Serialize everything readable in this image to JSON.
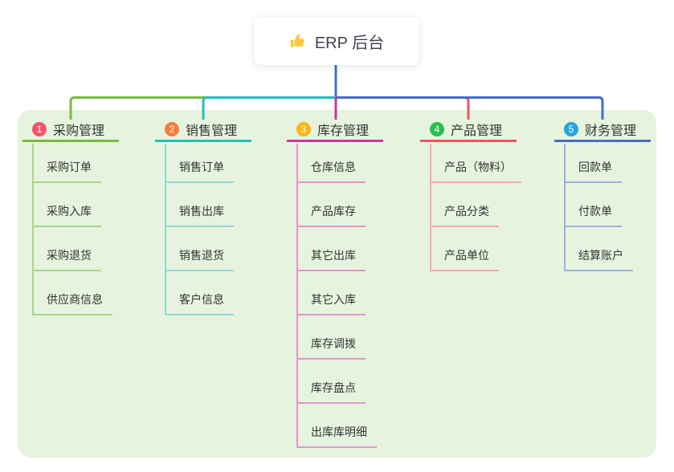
{
  "root": {
    "label": "ERP 后台",
    "icon": "thumbs-up-icon"
  },
  "colors": {
    "page_bg": "#ffffff",
    "panel_bg": "#E6F4DF",
    "text": "#333333",
    "root_text": "#3F4450",
    "stem": "#4A6BC4",
    "thumb": "#FFC83D"
  },
  "branches": [
    {
      "badge": "1",
      "label": "采购管理",
      "color": "#7CB93F",
      "light_color": "#ABD689",
      "badge_color": "#F4536E",
      "children": [
        "采购订单",
        "采购入库",
        "采购退货",
        "供应商信息"
      ]
    },
    {
      "badge": "2",
      "label": "销售管理",
      "color": "#26BEB9",
      "light_color": "#8FDAD6",
      "badge_color": "#F97C3D",
      "children": [
        "销售订单",
        "销售出库",
        "销售退货",
        "客户信息"
      ]
    },
    {
      "badge": "3",
      "label": "库存管理",
      "color": "#C6399F",
      "light_color": "#E893CC",
      "badge_color": "#FBB514",
      "children": [
        "仓库信息",
        "产品库存",
        "其它出库",
        "其它入库",
        "库存调拨",
        "库存盘点",
        "出库库明细"
      ]
    },
    {
      "badge": "4",
      "label": "产品管理",
      "color": "#F4525F",
      "light_color": "#FAA9AE",
      "badge_color": "#2BBE4F",
      "children": [
        "产品（物料）",
        "产品分类",
        "产品单位"
      ]
    },
    {
      "badge": "5",
      "label": "财务管理",
      "color": "#4A6BC4",
      "light_color": "#9EAEDF",
      "badge_color": "#27A3DC",
      "children": [
        "回款单",
        "付款单",
        "结算账户"
      ]
    }
  ]
}
